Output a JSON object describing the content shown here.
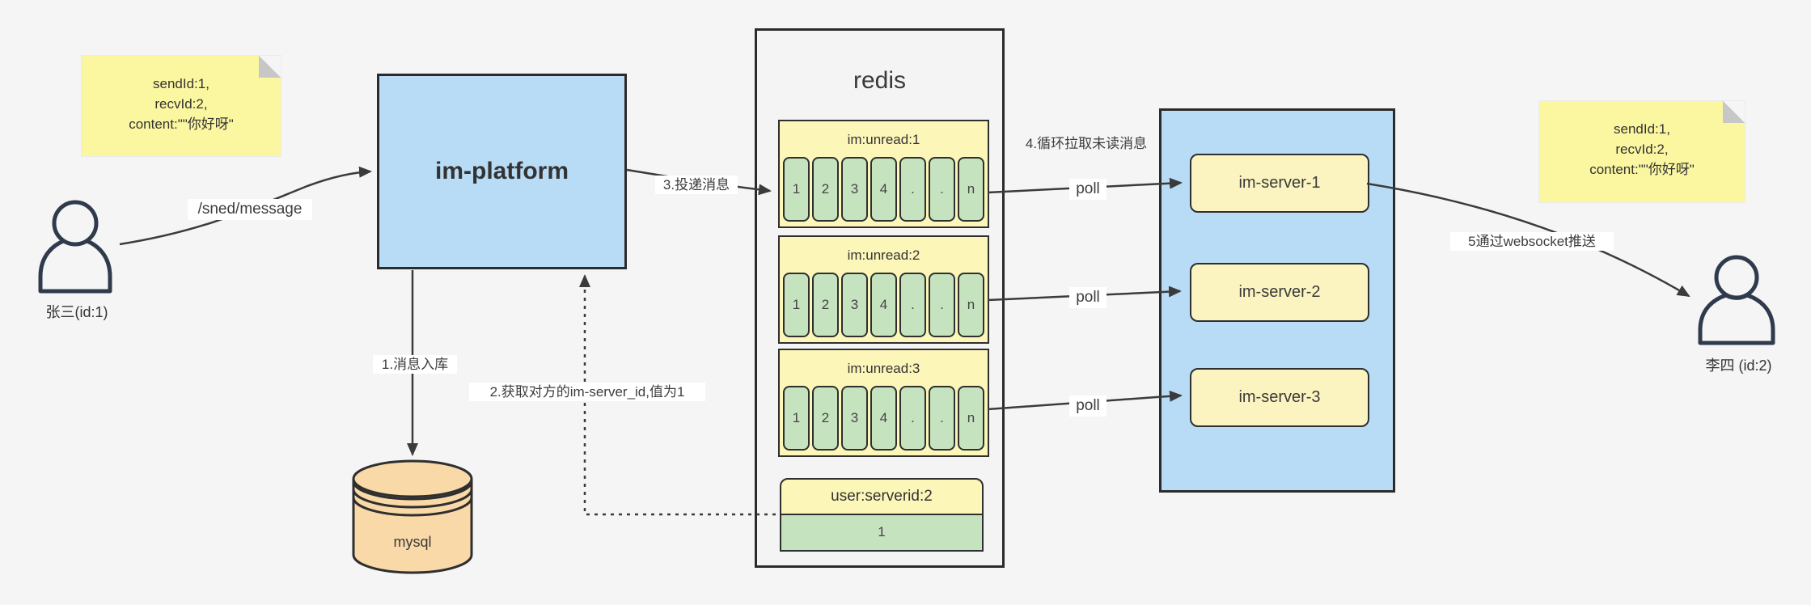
{
  "notes": {
    "left": {
      "lines": [
        "sendId:1,",
        "recvId:2,",
        "content:\"\"你好呀\""
      ]
    },
    "right": {
      "lines": [
        "sendId:1,",
        "recvId:2,",
        "content:\"\"你好呀\""
      ]
    }
  },
  "actors": {
    "sender": {
      "label": "张三(id:1)"
    },
    "receiver": {
      "label": "李四 (id:2)"
    }
  },
  "platform": {
    "label": "im-platform"
  },
  "database": {
    "label": "mysql"
  },
  "redis": {
    "title": "redis",
    "queues": [
      {
        "title": "im:unread:1",
        "cells": [
          "1",
          "2",
          "3",
          "4",
          ".",
          ".",
          "n"
        ]
      },
      {
        "title": "im:unread:2",
        "cells": [
          "1",
          "2",
          "3",
          "4",
          ".",
          ".",
          "n"
        ]
      },
      {
        "title": "im:unread:3",
        "cells": [
          "1",
          "2",
          "3",
          "4",
          ".",
          ".",
          "n"
        ]
      }
    ],
    "kv": {
      "title": "user:serverid:2",
      "value": "1"
    }
  },
  "servers": {
    "items": [
      {
        "label": "im-server-1"
      },
      {
        "label": "im-server-2"
      },
      {
        "label": "im-server-3"
      }
    ]
  },
  "edges": {
    "send": "/sned/message",
    "step1": "1.消息入库",
    "step2": "2.获取对方的im-server_id,值为1",
    "step3": "3.投递消息",
    "step4": "4.循环拉取未读消息",
    "poll": "poll",
    "step5": "5通过websocket推送"
  },
  "colors": {
    "background": "#f5f5f5",
    "note_yellow": "#fbf6a0",
    "box_blue": "#b9dcf6",
    "queue_yellow": "#fcf6b9",
    "cell_green": "#c6e3c0",
    "server_yellow": "#fbf4c0",
    "db_tan": "#fad9a8",
    "redis_gray": "#f4f4f4",
    "stroke_dark": "#2b2b2b",
    "edge_color": "#3b3b3b"
  }
}
